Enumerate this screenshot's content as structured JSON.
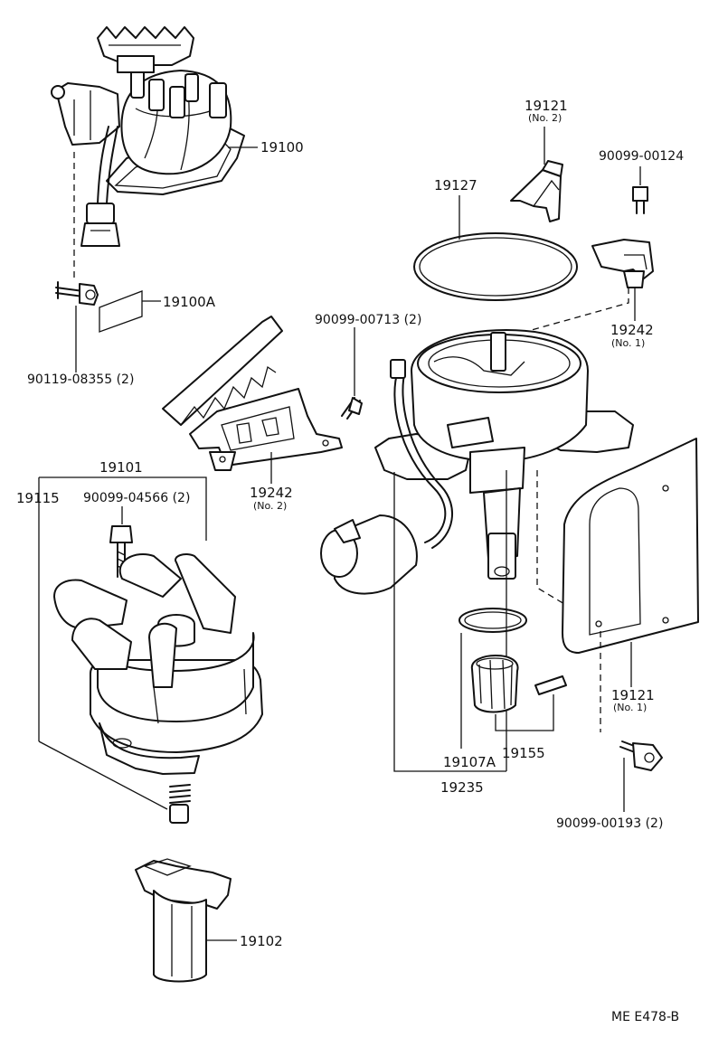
{
  "labels": {
    "p19100": "19100",
    "p19100A": "19100A",
    "p90119": "90119-08355 (2)",
    "p19121_top": "19121",
    "p19121_top_sub": "(No. 2)",
    "p90099_124": "90099-00124",
    "p19127": "19127",
    "p90099_713": "90099-00713 (2)",
    "p19242_right": "19242",
    "p19242_right_sub": "(No. 1)",
    "p19242_mid": "19242",
    "p19242_mid_sub": "(No. 2)",
    "p19101": "19101",
    "p19115": "19115",
    "p90099_566": "90099-04566 (2)",
    "p19121_bot": "19121",
    "p19121_bot_sub": "(No. 1)",
    "p19107A": "19107A",
    "p19155": "19155",
    "p19235": "19235",
    "p90099_193": "90099-00193 (2)",
    "p19102": "19102",
    "ref": "ME E478-B"
  },
  "parts": [
    "distributor-assembly",
    "cap-insulator",
    "bolt",
    "protector-no2",
    "screw",
    "o-ring",
    "bolt",
    "ignition-coil-protector-no1",
    "ignition-coil-protector-no2",
    "distributor-cap",
    "coil-spring",
    "screw",
    "housing-protector-no1",
    "o-ring",
    "spiral-gear-set",
    "housing",
    "bolt",
    "rotor"
  ]
}
